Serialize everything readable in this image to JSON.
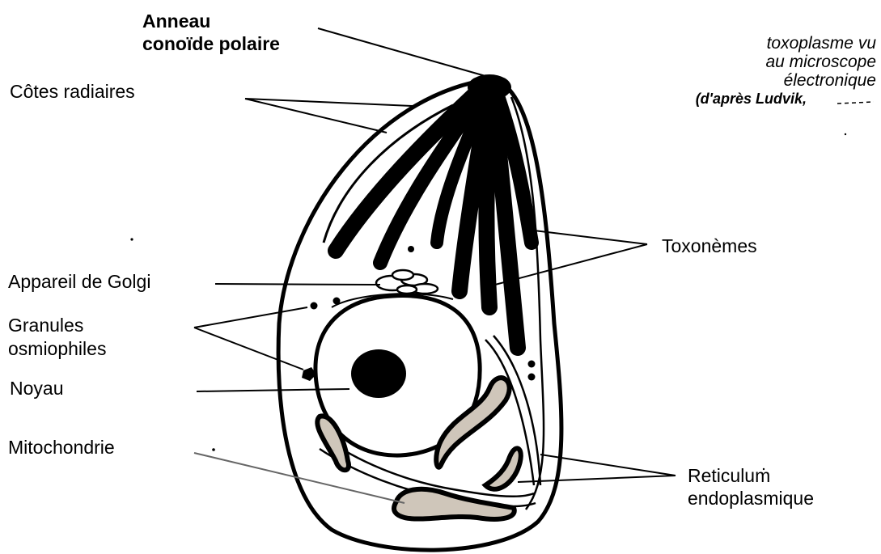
{
  "labels": {
    "anneau_line1": "Anneau",
    "anneau_line2": "conoïde polaire",
    "cotes": "Côtes radiaires",
    "toxonemes": "Toxonèmes",
    "golgi": "Appareil de Golgi",
    "granules_line1": "Granules",
    "granules_line2": "osmiophiles",
    "noyau": "Noyau",
    "mitochondrie": "Mitochondrie",
    "reticulum_line1": "Reticulum",
    "reticulum_line2": "endoplasmique"
  },
  "caption": {
    "line1": "toxoplasme vu",
    "line2": "au microscope",
    "line3": "électronique",
    "line4": "(d'après Ludvik,"
  },
  "colors": {
    "ink": "#000000",
    "background": "#ffffff",
    "mitochondria_fill": "#cfc6ba"
  }
}
